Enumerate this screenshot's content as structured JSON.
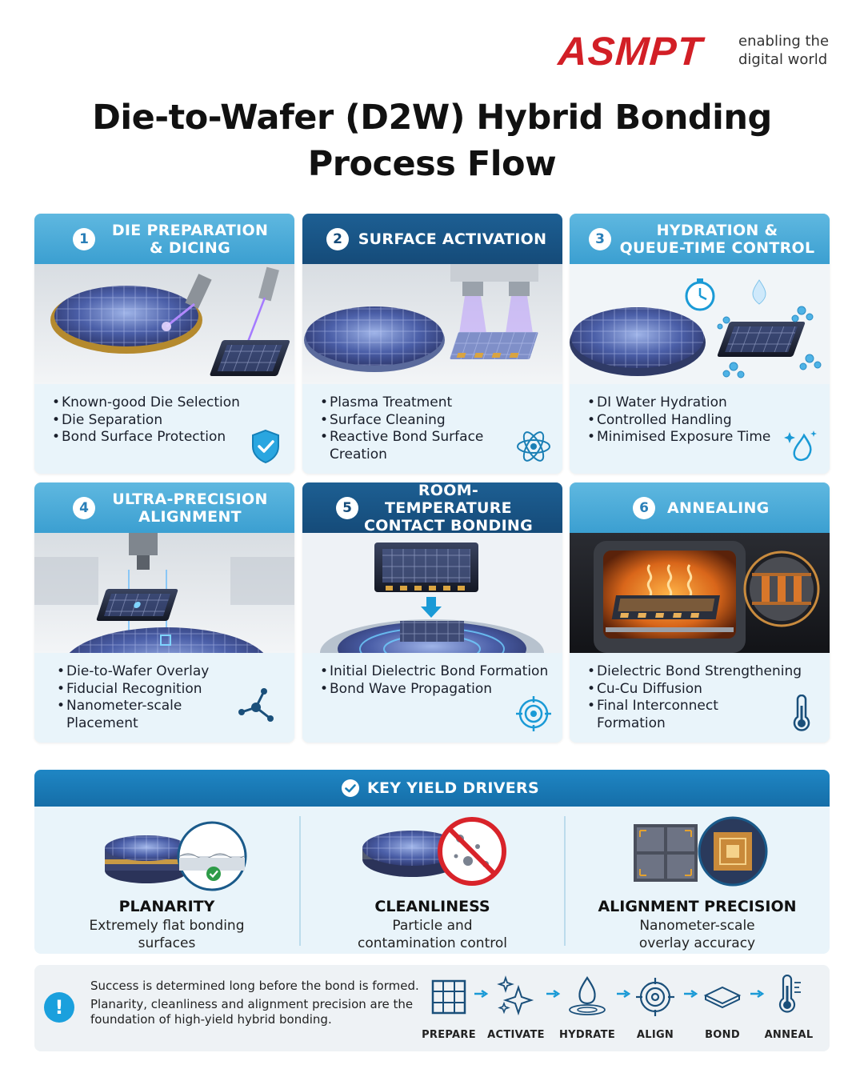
{
  "brand": {
    "name": "ASMPT",
    "tagline_line1": "enabling the",
    "tagline_line2": "digital world",
    "color": "#d21f26"
  },
  "title": {
    "line1": "Die-to-Wafer (D2W) Hybrid Bonding",
    "line2": "Process Flow"
  },
  "steps": [
    {
      "number": "1",
      "title_line1": "DIE PREPARATION",
      "title_line2": "& DICING",
      "bullets": [
        "Known-good Die Selection",
        "Die Separation",
        "Bond Surface Protection"
      ],
      "icon": "shield-check-icon"
    },
    {
      "number": "2",
      "title_line1": "SURFACE ACTIVATION",
      "title_line2": "",
      "bullets": [
        "Plasma Treatment",
        "Surface Cleaning",
        "Reactive Bond Surface Creation"
      ],
      "icon": "atom-icon"
    },
    {
      "number": "3",
      "title_line1": "HYDRATION &",
      "title_line2": "QUEUE-TIME CONTROL",
      "bullets": [
        "DI Water Hydration",
        "Controlled Handling",
        "Minimised Exposure Time"
      ],
      "icon": "water-drop-sparkle-icon"
    },
    {
      "number": "4",
      "title_line1": "ULTRA-PRECISION",
      "title_line2": "ALIGNMENT",
      "bullets": [
        "Die-to-Wafer Overlay",
        "Fiducial Recognition",
        "Nanometer-scale Placement"
      ],
      "icon": "molecule-icon"
    },
    {
      "number": "5",
      "title_line1": "ROOM-TEMPERATURE",
      "title_line2": "CONTACT BONDING",
      "bullets": [
        "Initial Dielectric Bond Formation",
        "Bond Wave Propagation"
      ],
      "icon": "target-icon"
    },
    {
      "number": "6",
      "title_line1": "ANNEALING",
      "title_line2": "",
      "bullets": [
        "Dielectric Bond Strengthening",
        "Cu-Cu Diffusion",
        "Final Interconnect Formation"
      ],
      "icon": "thermometer-icon"
    }
  ],
  "key_yield_drivers": {
    "title": "KEY YIELD DRIVERS",
    "items": [
      {
        "name": "PLANARITY",
        "desc_line1": "Extremely flat bonding",
        "desc_line2": "surfaces"
      },
      {
        "name": "CLEANLINESS",
        "desc_line1": "Particle and",
        "desc_line2": "contamination control"
      },
      {
        "name": "ALIGNMENT PRECISION",
        "desc_line1": "Nanometer-scale",
        "desc_line2": "overlay accuracy"
      }
    ]
  },
  "banner": {
    "message_line1": "Success is determined long before the bond is formed.",
    "message_line2": "Planarity, cleanliness and alignment precision are the foundation of high-yield hybrid bonding.",
    "flow": [
      {
        "label": "PREPARE",
        "icon": "grid-icon"
      },
      {
        "label": "ACTIVATE",
        "icon": "sparkle-icon"
      },
      {
        "label": "HYDRATE",
        "icon": "water-drop-icon"
      },
      {
        "label": "ALIGN",
        "icon": "crosshair-icon"
      },
      {
        "label": "BOND",
        "icon": "stack-icon"
      },
      {
        "label": "ANNEAL",
        "icon": "thermometer-icon"
      }
    ]
  }
}
